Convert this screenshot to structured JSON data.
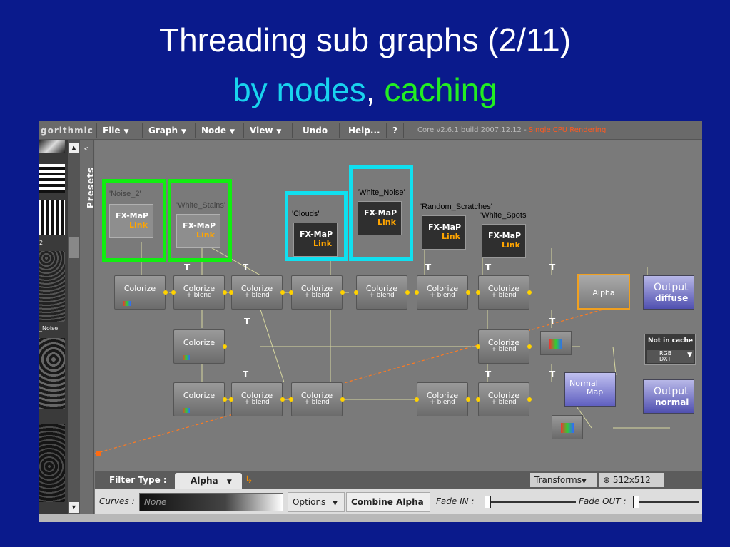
{
  "slide": {
    "title": "Threading sub graphs (2/11)",
    "subtitle_part1": "by nodes",
    "subtitle_comma": ",",
    "subtitle_part2": "caching"
  },
  "menubar": {
    "logo": "gorithmic",
    "items": [
      "File",
      "Graph",
      "Node",
      "View",
      "Undo",
      "Help...",
      "?"
    ],
    "core_info": "Core v2.6.1 build 2007.12.12 - ",
    "render_mode": "Single CPU Rendering"
  },
  "left_panel": {
    "thumb_label_1": "2",
    "thumb_label_2": "_Noise",
    "presets_label": "Presets",
    "collapse_glyph": "<"
  },
  "fx_nodes": [
    {
      "caption": "'Noise_2'",
      "name": "FX-MaP",
      "link": "Link"
    },
    {
      "caption": "'White_Stains'",
      "name": "FX-MaP",
      "link": "Link"
    },
    {
      "caption": "'Clouds'",
      "name": "FX-MaP",
      "link": "Link"
    },
    {
      "caption": "'White_Noise'",
      "name": "FX-MaP",
      "link": "Link"
    },
    {
      "caption": "'Random_Scratches'",
      "name": "FX-MaP",
      "link": "Link"
    },
    {
      "caption": "'White_Spots'",
      "name": "FX-MaP",
      "link": "Link"
    }
  ],
  "graph": {
    "colorize": "Colorize",
    "colorize_blend_1": "Colorize",
    "colorize_blend_2": "+ blend",
    "tile_mark": "T",
    "alpha": "Alpha",
    "normal_map_1": "Normal",
    "normal_map_2": "Map",
    "output_label": "Output",
    "output_diffuse": "diffuse",
    "output_normal": "normal",
    "cache_title": "Not in cache",
    "cache_rgb": "RGB",
    "cache_dxt": "DXT"
  },
  "filter_bar": {
    "label": "Filter Type :",
    "selected": "Alpha",
    "transforms": "Transforms",
    "resolution": "512x512"
  },
  "params_bar": {
    "curves_label": "Curves :",
    "curves_value": "None",
    "options": "Options",
    "combine": "Combine Alpha",
    "fade_in": "Fade IN :",
    "fade_out": "Fade OUT :"
  }
}
